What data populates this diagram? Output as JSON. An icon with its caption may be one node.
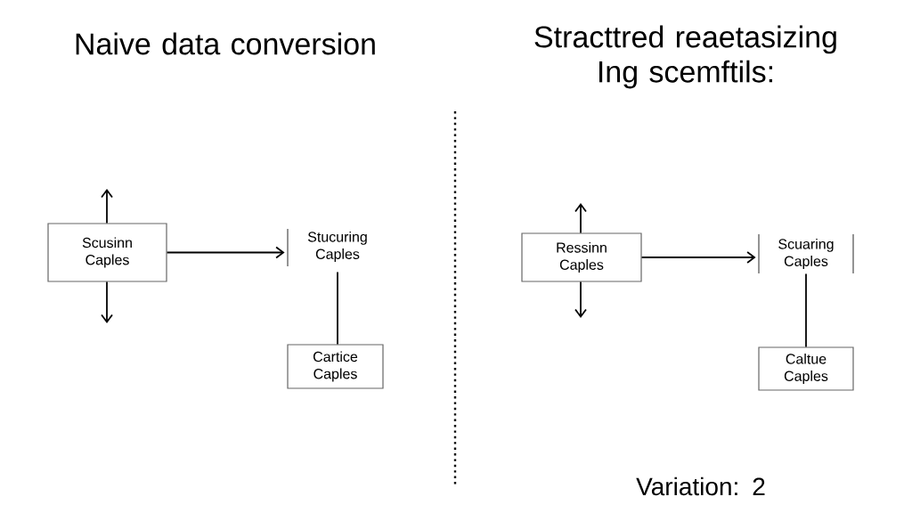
{
  "diagram": {
    "nodes": [
      {
        "text": [
          "Scusinn Caples"
        ]
      },
      {
        "text": [
          "Stucuring Caples"
        ]
      },
      {
        "text": [
          "Cartice Caples"
        ]
      },
      {
        "text": [
          "Ressinn Caples"
        ]
      },
      {
        "text": [
          "Scuaring Caples"
        ]
      },
      {
        "text": [
          "Caltue Caples"
        ]
      }
    ],
    "edges": [
      {
        "from": 0,
        "to": null,
        "arrow": "to"
      },
      {
        "from": 0,
        "to": null,
        "arrow": "to"
      },
      {
        "from": 0,
        "to": 1,
        "arrow": "to"
      },
      {
        "from": 1,
        "to": 2,
        "arrow": "none"
      },
      {
        "from": 3,
        "to": null,
        "arrow": "to"
      },
      {
        "from": 3,
        "to": null,
        "arrow": "to"
      },
      {
        "from": 3,
        "to": 4,
        "arrow": "to"
      },
      {
        "from": 4,
        "to": 5,
        "arrow": "none"
      }
    ],
    "labels": [
      "Naive data conversion",
      "Stracttred reaetasizing Ing scemftils:",
      "Variation: 2"
    ]
  }
}
